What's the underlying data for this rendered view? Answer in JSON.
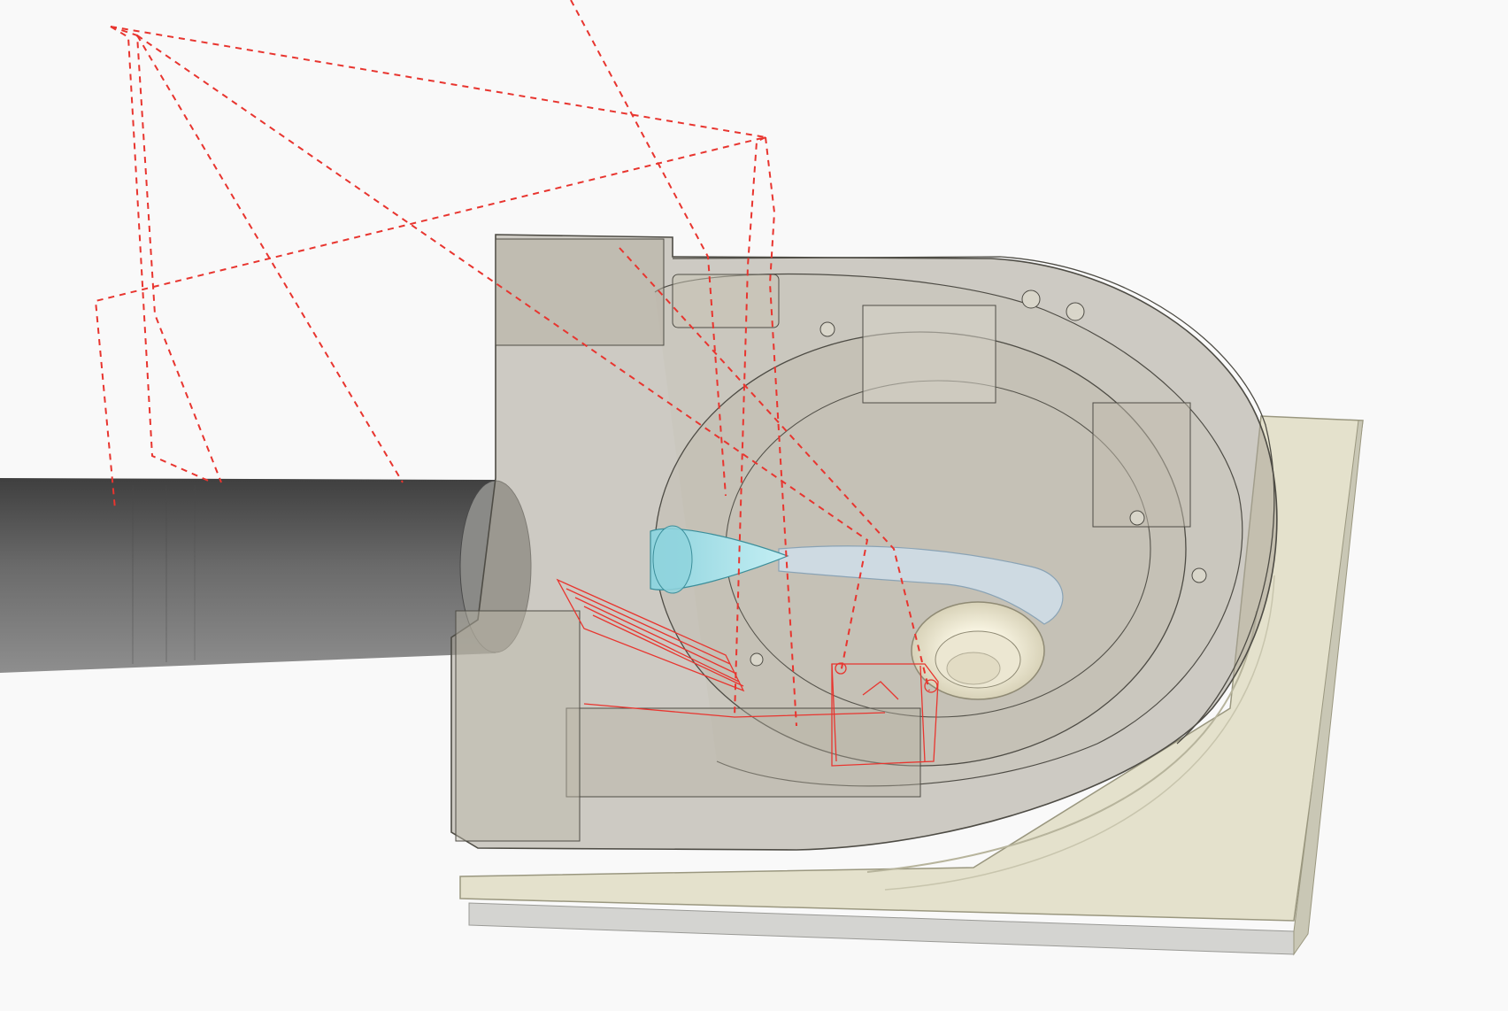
{
  "viewport": {
    "kind": "cad-3d-viewport",
    "background": "#f9f9f9",
    "render_style": "translucent shaded with visible edges"
  },
  "scene": {
    "parts": [
      {
        "name": "base-plate",
        "color": "#e2dfc9",
        "edge_color": "#8f8c78"
      },
      {
        "name": "pump-housing",
        "color": "#b5b0a3",
        "opacity": 0.55,
        "edge_color": "#4d4b45"
      },
      {
        "name": "cylindrical-shaft",
        "color": "#7b7b7b",
        "edge_color": "#3a3a3a"
      },
      {
        "name": "conical-tip",
        "color": "#8fd3dd",
        "edge_color": "#3c8e9a"
      },
      {
        "name": "inner-channel",
        "color": "#cfe0ee",
        "edge_color": "#8aa3b5"
      },
      {
        "name": "bearing-ring",
        "color": "#ebe6d1",
        "edge_color": "#8f8a74"
      }
    ],
    "construction_sketch": {
      "color": "#e8352f",
      "line_style": "dashed"
    },
    "highlighted_features": {
      "color": "#e8352f",
      "line_style": "solid"
    }
  }
}
